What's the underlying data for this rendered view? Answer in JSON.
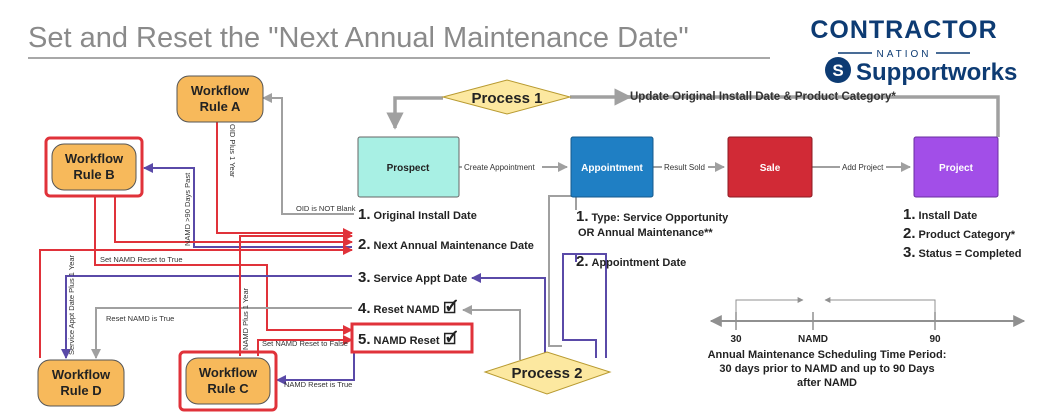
{
  "title": "Set and Reset the \"Next Annual Maintenance Date\"",
  "logo": {
    "line1": "CONTRACTOR",
    "line2": "NATION",
    "line3": "Supportworks",
    "mark": "S",
    "colors": {
      "primary": "#0d3b73"
    }
  },
  "colors": {
    "workflow": "#f7b95b",
    "highlight": "#e0323a",
    "prospect": "#a8f0e4",
    "appointment": "#1f7fc4",
    "sale": "#d12a36",
    "project": "#a24ee8",
    "process": "#fce8a0",
    "arrow_gray": "#a0a0a0",
    "arrow_red": "#e0323a",
    "arrow_blue": "#5a4aa8"
  },
  "workflows": {
    "a": {
      "line1": "Workflow",
      "line2": "Rule A"
    },
    "b": {
      "line1": "Workflow",
      "line2": "Rule B"
    },
    "c": {
      "line1": "Workflow",
      "line2": "Rule C"
    },
    "d": {
      "line1": "Workflow",
      "line2": "Rule D"
    }
  },
  "stages": {
    "prospect": "Prospect",
    "appointment": "Appointment",
    "sale": "Sale",
    "project": "Project"
  },
  "processes": {
    "p1": "Process 1",
    "p2": "Process 2"
  },
  "stage_links": {
    "create_appointment": "Create Appointment",
    "result_sold": "Result Sold",
    "add_project": "Add Project",
    "update_original": "Update Original Install Date & Product Category*"
  },
  "fields": {
    "f1": {
      "num": "1.",
      "text": "Original Install Date"
    },
    "f2": {
      "num": "2.",
      "text": "Next Annual Maintenance Date"
    },
    "f3": {
      "num": "3.",
      "text": "Service Appt Date"
    },
    "f4": {
      "num": "4.",
      "text": "Reset NAMD",
      "check": "🗹"
    },
    "f5": {
      "num": "5.",
      "text": "NAMD Reset",
      "check": "🗹"
    }
  },
  "appointment_fields": {
    "f1": {
      "num": "1.",
      "line1": "Type: Service Opportunity",
      "line2": "OR Annual Maintenance**"
    },
    "f2": {
      "num": "2.",
      "text": "Appointment Date"
    }
  },
  "project_fields": {
    "f1": {
      "num": "1.",
      "text": "Install Date"
    },
    "f2": {
      "num": "2.",
      "text": "Product Category*"
    },
    "f3": {
      "num": "3.",
      "text": "Status = Completed"
    }
  },
  "connector_labels": {
    "oid_plus_1_year": "OID Plus 1 Year",
    "oid_not_blank": "OID is NOT Blank",
    "namd_90_days_past": "NAMD >90 Days Past",
    "set_namd_reset_true": "Set NAMD Reset to True",
    "service_appt_plus_1_year": "Service Appt Date Plus 1 Year",
    "reset_namd_true": "Reset NAMD is True",
    "namd_plus_1_year": "NAMD Plus 1 Year",
    "set_namd_reset_false": "Set NAMD Reset to False",
    "namd_reset_true": "NAMD Reset is True"
  },
  "timeline": {
    "ticks": [
      "30",
      "NAMD",
      "90"
    ],
    "caption_line1": "Annual Maintenance Scheduling Time Period:",
    "caption_line2": "30 days prior to NAMD and up to 90 Days",
    "caption_line3": "after NAMD"
  }
}
